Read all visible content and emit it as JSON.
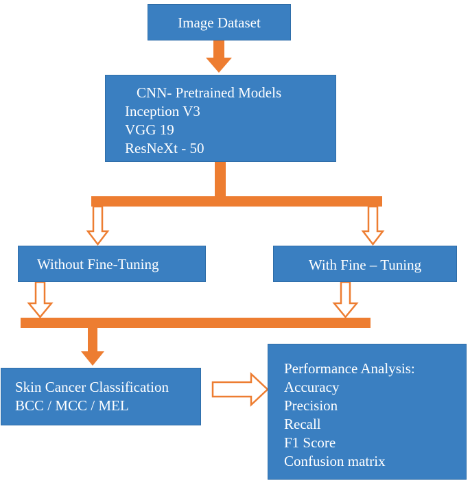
{
  "nodes": {
    "dataset": {
      "label": "Image Dataset"
    },
    "cnn": {
      "title": "CNN- Pretrained Models",
      "items": [
        "Inception V3",
        "VGG 19",
        "ResNeXt - 50"
      ]
    },
    "without_ft": {
      "label": "Without Fine-Tuning"
    },
    "with_ft": {
      "label": "With Fine – Tuning"
    },
    "classification": {
      "title": "Skin Cancer Classification",
      "classes": "BCC / MCC / MEL"
    },
    "performance": {
      "title": "Performance Analysis:",
      "items": [
        "Accuracy",
        "Precision",
        "Recall",
        "F1 Score",
        "Confusion matrix"
      ]
    }
  },
  "colors": {
    "box_fill": "#3a7fc1",
    "box_text": "#ffffff",
    "connector": "#ed7d31"
  }
}
